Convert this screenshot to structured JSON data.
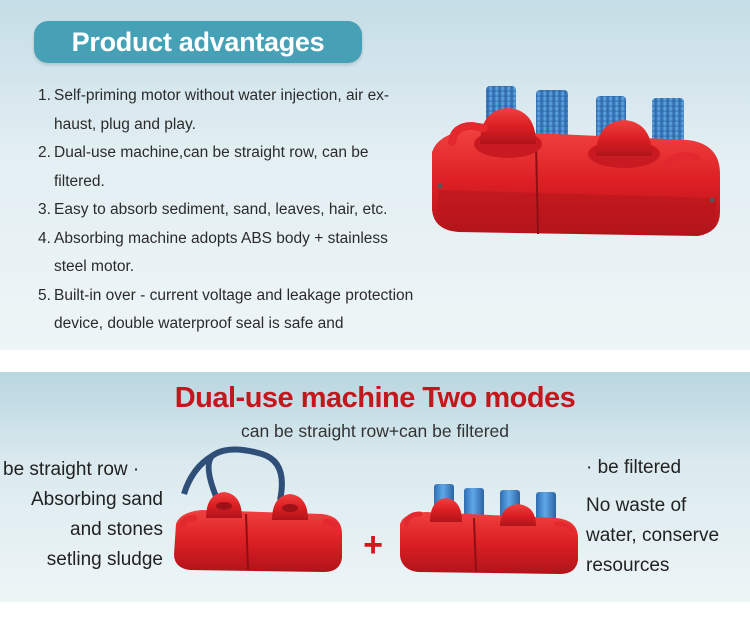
{
  "section1": {
    "heading": "Product advantages",
    "items": [
      {
        "num": "1.",
        "line1": "Self-priming motor without water injection, air  ex-",
        "line2": "haust, plug and play."
      },
      {
        "num": "2.",
        "line1": "Dual-use machine,can be straight row, can be",
        "line2": "filtered."
      },
      {
        "num": "3.",
        "line1": "Easy to absorb sediment, sand, leaves, hair, etc.",
        "line2": ""
      },
      {
        "num": "4.",
        "line1": "Absorbing machine adopts ABS body + stainless",
        "line2": "steel motor."
      },
      {
        "num": "5.",
        "line1": "Built-in over - current voltage and leakage protection",
        "line2": "device, double waterproof seal is safe and"
      }
    ]
  },
  "section2": {
    "title": "Dual-use machine  Two modes",
    "subtitle": "can be straight row+can be filtered",
    "left": {
      "mode": "be straight row ·",
      "desc": [
        "Absorbing sand",
        "and stones",
        "setling sludge"
      ]
    },
    "right": {
      "mode": "· be filtered",
      "desc": [
        "No waste of",
        "water, conserve",
        "resources"
      ]
    },
    "plus": "+"
  },
  "colors": {
    "heading_bg": "#46a0b6",
    "title_red": "#c6161d",
    "machine_red": "#e0262b",
    "filter_blue": "#3f86c9"
  }
}
